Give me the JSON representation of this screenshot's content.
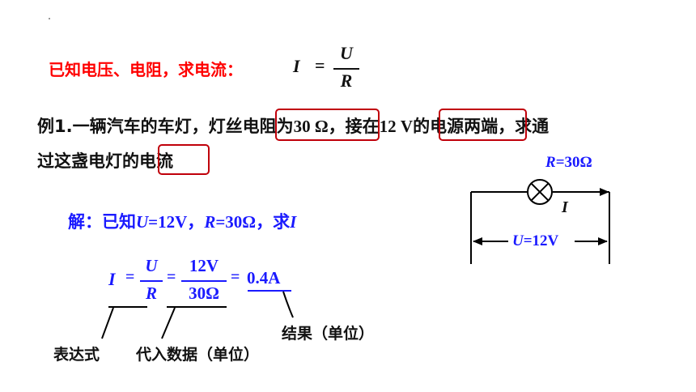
{
  "known": {
    "label": "已知电压、电阻，求电流：",
    "formula_I": "I",
    "formula_eq": "=",
    "formula_num": "U",
    "formula_den": "R"
  },
  "problem": {
    "line1": {
      "p1": "例1.一辆汽车的车灯，灯丝",
      "p2_cn": "电阻为",
      "p2_val": "30 Ω",
      "p3": "，接在",
      "p4_val": "12 V",
      "p4_cn": "的电源",
      "p5": "两端，求通"
    },
    "line2": {
      "p1": "过这盏电灯的",
      "p2": "电流"
    }
  },
  "solution": {
    "label": "解：已知",
    "U": "U",
    "U_val": "=12V，",
    "R": "R",
    "R_val": "=30Ω，求",
    "I": "I"
  },
  "equation": {
    "I": "I",
    "eq1": "=",
    "f1_num": "U",
    "f1_den": "R",
    "eq2": "=",
    "f2_num": "12V",
    "f2_den": "30Ω",
    "eq3": "=",
    "result": "0.4A"
  },
  "annotations": {
    "expression": "表达式",
    "substitute": "代入数据（单位）",
    "result": "结果（单位）"
  },
  "circuit": {
    "R_label": "R",
    "R_val": "=30Ω",
    "I_label": "I",
    "U_label": "U",
    "U_val": "=12V"
  },
  "colors": {
    "red": "#ff0000",
    "blue": "#1a1aff",
    "highlight_box": "#c0000a"
  }
}
